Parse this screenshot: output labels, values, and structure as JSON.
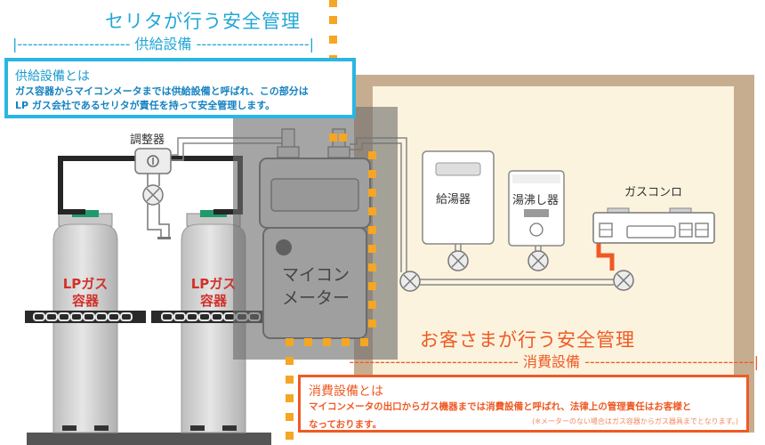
{
  "supply": {
    "title": "セリタが行う安全管理",
    "subtitle": "|---------------------- 供給設備 ----------------------|",
    "box_heading": "供給設備とは",
    "box_line1": "ガス容器からマイコンメータまでは供給設備と呼ばれ、この部分は",
    "box_line2": "LP ガス会社であるセリタが責任を持って安全管理します。"
  },
  "consumer": {
    "title": "お客さまが行う安全管理",
    "subtitle": "--------------------------------- 消費設備 ---------------------------------|",
    "box_heading": "消費設備とは",
    "box_line1": "マイコンメータの出口からガス機器までは消費設備と呼ばれ、法律上の管理責任はお客様と",
    "box_line2": "なっております。",
    "box_note": "(※メーターのない場合はガス容器からガス器具までとなります。)"
  },
  "labels": {
    "regulator": "調整器",
    "cylinder_1_line1": "LPガス",
    "cylinder_1_line2": "容器",
    "cylinder_2_line1": "LPガス",
    "cylinder_2_line2": "容器",
    "meter_line1": "マイコン",
    "meter_line2": "メーター",
    "water_heater": "給湯器",
    "kettle_heater": "湯沸し器",
    "gas_stove": "ガスコンロ"
  },
  "colors": {
    "supply_accent": "#29b6e3",
    "consumer_accent": "#ef5a24",
    "boundary_dash": "#f5a623",
    "house_wall": "#c7ad90",
    "house_floor": "#fbf3de",
    "shade": "#8a8a8a",
    "cylinder_label": "#d0322a",
    "cylinder_cap": "#1f9a6b"
  }
}
